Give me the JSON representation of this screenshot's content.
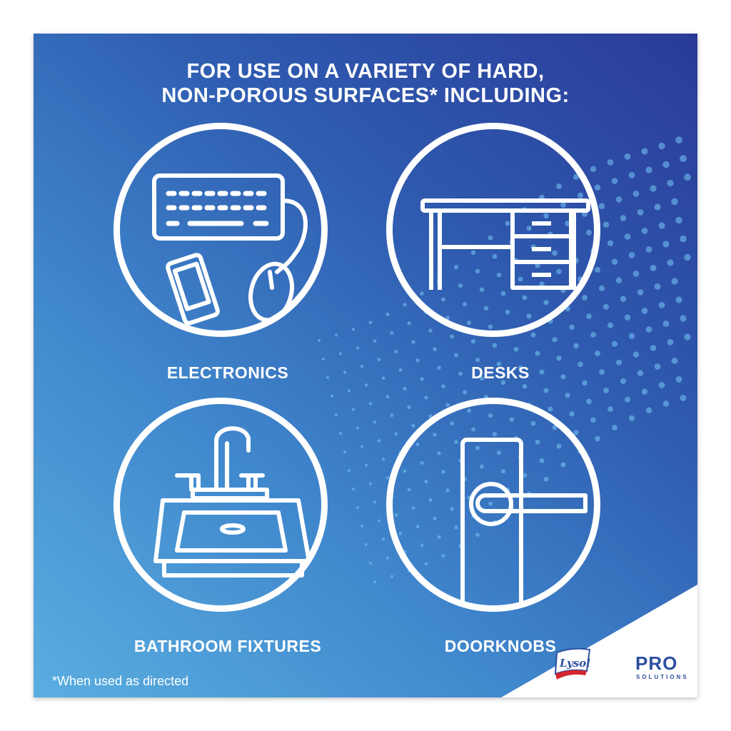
{
  "headline": {
    "line1": "FOR USE ON A VARIETY OF HARD,",
    "line2": "NON-POROUS SURFACES* INCLUDING:"
  },
  "surfaces": [
    {
      "label": "ELECTRONICS",
      "icon": "electronics-icon"
    },
    {
      "label": "DESKS",
      "icon": "desk-icon"
    },
    {
      "label": "BATHROOM FIXTURES",
      "icon": "sink-icon"
    },
    {
      "label": "DOORKNOBS",
      "icon": "door-handle-icon"
    }
  ],
  "footnote": "*When used as directed",
  "brand": {
    "logo": "Lysol",
    "product": "PRO",
    "subtitle": "SOLUTIONS"
  },
  "colors": {
    "blue_light": "#5aaee0",
    "blue_dark": "#2a3a98",
    "brand_blue": "#2d4fa0"
  }
}
